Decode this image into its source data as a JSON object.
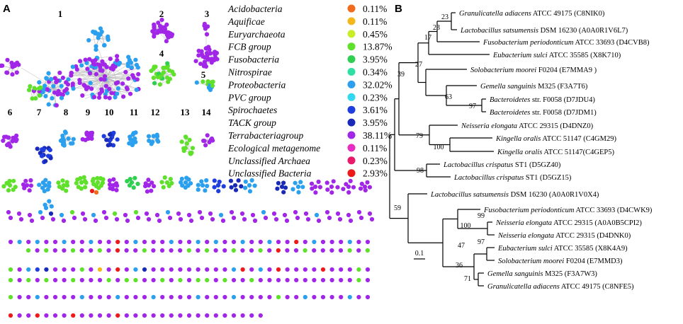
{
  "panels": {
    "a_label": "A",
    "b_label": "B"
  },
  "network": {
    "cluster_numbers": [
      "1",
      "2",
      "3",
      "4",
      "5",
      "6",
      "7",
      "8",
      "9",
      "10",
      "11",
      "12",
      "13",
      "14"
    ]
  },
  "legend": [
    {
      "name": "Acidobacteria",
      "pct": "0.11%",
      "color": "#f26b1d"
    },
    {
      "name": "Aquificae",
      "pct": "0.11%",
      "color": "#f5b81b"
    },
    {
      "name": "Euryarchaeota",
      "pct": "0.45%",
      "color": "#c8ee2a"
    },
    {
      "name": "FCB group",
      "pct": "13.87%",
      "color": "#5fe02a"
    },
    {
      "name": "Fusobacteria",
      "pct": "3.95%",
      "color": "#2fcf4f"
    },
    {
      "name": "Nitrospirae",
      "pct": "0.34%",
      "color": "#2ee0a6"
    },
    {
      "name": "Proteobacteria",
      "pct": "32.02%",
      "color": "#2aa0ee"
    },
    {
      "name": "PVC group",
      "pct": "0.23%",
      "color": "#30d8f0"
    },
    {
      "name": "Spirochaetes",
      "pct": "3.61%",
      "color": "#1f3ee0"
    },
    {
      "name": "TACK group",
      "pct": "3.95%",
      "color": "#1a2ab8"
    },
    {
      "name": "Terrabacteriagroup",
      "pct": "38.11%",
      "color": "#a126e8"
    },
    {
      "name": "Ecological metagenome",
      "pct": "0.11%",
      "color": "#e82ec0"
    },
    {
      "name": "Unclassified Archaea",
      "pct": "0.23%",
      "color": "#ea1a6a"
    },
    {
      "name": "Unclassified Bacteria",
      "pct": "2.93%",
      "color": "#ee1a1a"
    }
  ],
  "tree": {
    "scale_label": "0.1",
    "bootstrap": [
      "23",
      "23",
      "17",
      "27",
      "39",
      "63",
      "97",
      "79",
      "100",
      "98",
      "59",
      "99",
      "100",
      "97",
      "47",
      "36",
      "71"
    ],
    "taxa": [
      {
        "name": "Granulicatella adiacens",
        "rest": " ATCC 49175 (C8NIK0)"
      },
      {
        "name": "Lactobacillus satsumensis",
        "rest": " DSM 16230 (A0A0R1V6L7)"
      },
      {
        "name": "Fusobacterium periodonticum",
        "rest": " ATCC 33693 (D4CVB8)"
      },
      {
        "name": "Eubacterium sulci",
        "rest": " ATCC 35585 (X8K710)"
      },
      {
        "name": "Solobacterium moorei",
        "rest": " F0204 (E7MMA9 )"
      },
      {
        "name": "Gemella sanguinis",
        "rest": " M325 (F3A7T6)"
      },
      {
        "name": "Bacteroidetes",
        "rest": " str. F0058 (D7JDU4)"
      },
      {
        "name": "Bacteroidetes",
        "rest": " str. F0058 (D7JDM1)"
      },
      {
        "name": "Neisseria elongata",
        "rest": " ATCC 29315 (D4DNZ0)"
      },
      {
        "name": "Kingella oralis",
        "rest": " ATCC 51147 (C4GM29)"
      },
      {
        "name": "Kingella oralis",
        "rest": " ATCC 51147(C4GEP5)"
      },
      {
        "name": "Lactobacillus crispatus",
        "rest": " ST1 (D5GZ40)"
      },
      {
        "name": "Lactobacillus crispatus",
        "rest": " ST1 (D5GZ15)"
      },
      {
        "name": "Lactobacillus satsumensis",
        "rest": " DSM 16230 (A0A0R1V0X4)"
      },
      {
        "name": "Fusobacterium periodonticum",
        "rest": " ATCC 33693 (D4CWK9)"
      },
      {
        "name": "Neisseria elongata",
        "rest": " ATCC 29315 (A0A0B5CPI2)"
      },
      {
        "name": "Neisseria elongata",
        "rest": " ATCC 29315 (D4DNK0)"
      },
      {
        "name": "Eubacterium sulci",
        "rest": " ATCC 35585 (X8K4A9)"
      },
      {
        "name": "Solobacterium moorei",
        "rest": " F0204 (E7MMD3)"
      },
      {
        "name": "Gemella sanguinis",
        "rest": " M325 (F3A7W3)"
      },
      {
        "name": "Granulicatella adiacens",
        "rest": " ATCC 49175 (C8NFE5)"
      }
    ]
  }
}
